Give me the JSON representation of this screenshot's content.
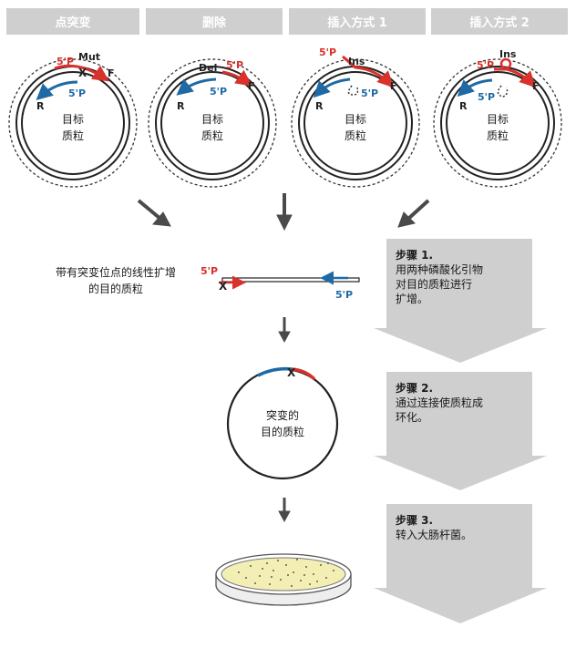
{
  "headers": [
    "点突变",
    "删除",
    "插入方式 1",
    "插入方式 2"
  ],
  "circle_center_label": "目标\n质粒",
  "labels": {
    "p5": "5'P",
    "mut": "Mut",
    "del": "Del",
    "ins": "Ins",
    "F": "F",
    "R": "R",
    "x": "X"
  },
  "linear_label": "带有突变位点的线性扩增\n的目的质粒",
  "mutant_plasmid_label": "突变的\n目的质粒",
  "steps": [
    {
      "title": "步骤 1.",
      "text": "用两种磷酸化引物\n对目的质粒进行\n扩增。"
    },
    {
      "title": "步骤 2.",
      "text": "通过连接使质粒成\n环化。"
    },
    {
      "title": "步骤 3.",
      "text": "转入大肠杆菌。"
    }
  ],
  "colors": {
    "header_bg": "#cfcfcf",
    "red": "#d9312b",
    "blue": "#1f6aa5",
    "gray": "#555555",
    "box": "#cfcfcf",
    "dish_agar": "#f3efb4"
  }
}
